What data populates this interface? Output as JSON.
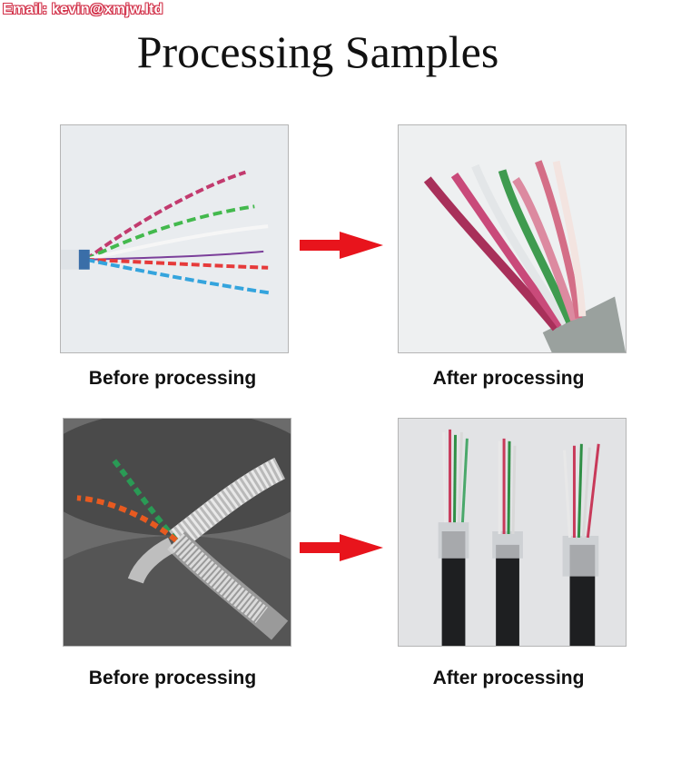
{
  "watermark": {
    "email": "Email: kevin@xmjw.ltd"
  },
  "title": "Processing Samples",
  "samples": [
    {
      "before_caption": "Before processing",
      "after_caption": "After processing"
    },
    {
      "before_caption": "Before processing",
      "after_caption": "After processing"
    }
  ],
  "colors": {
    "arrow": "#e8141c",
    "email_outline": "#d2324a"
  }
}
